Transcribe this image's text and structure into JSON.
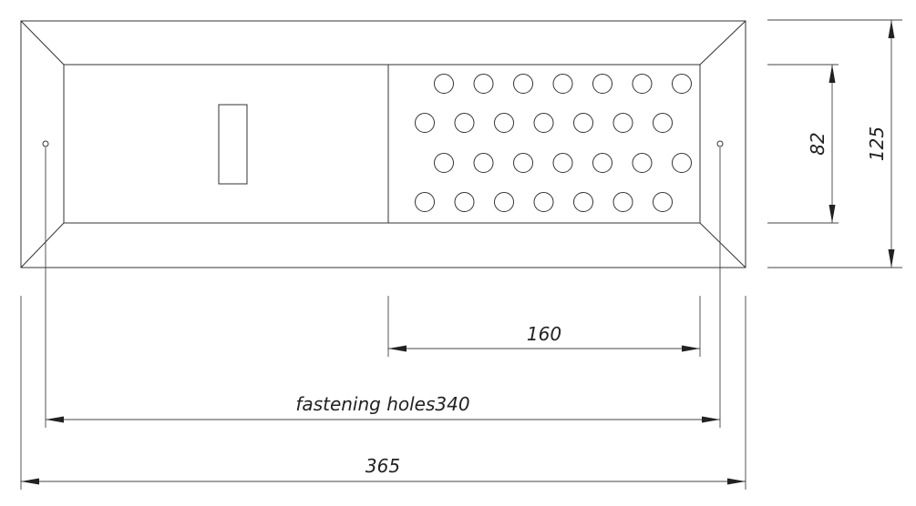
{
  "drawing": {
    "dimensions": {
      "total_width": "365",
      "fastening_holes": "fastening holes340",
      "perforated_zone": "160",
      "inner_height": "82",
      "total_height": "125"
    },
    "perforation": {
      "rows": 4,
      "holes_per_row": 7
    }
  }
}
